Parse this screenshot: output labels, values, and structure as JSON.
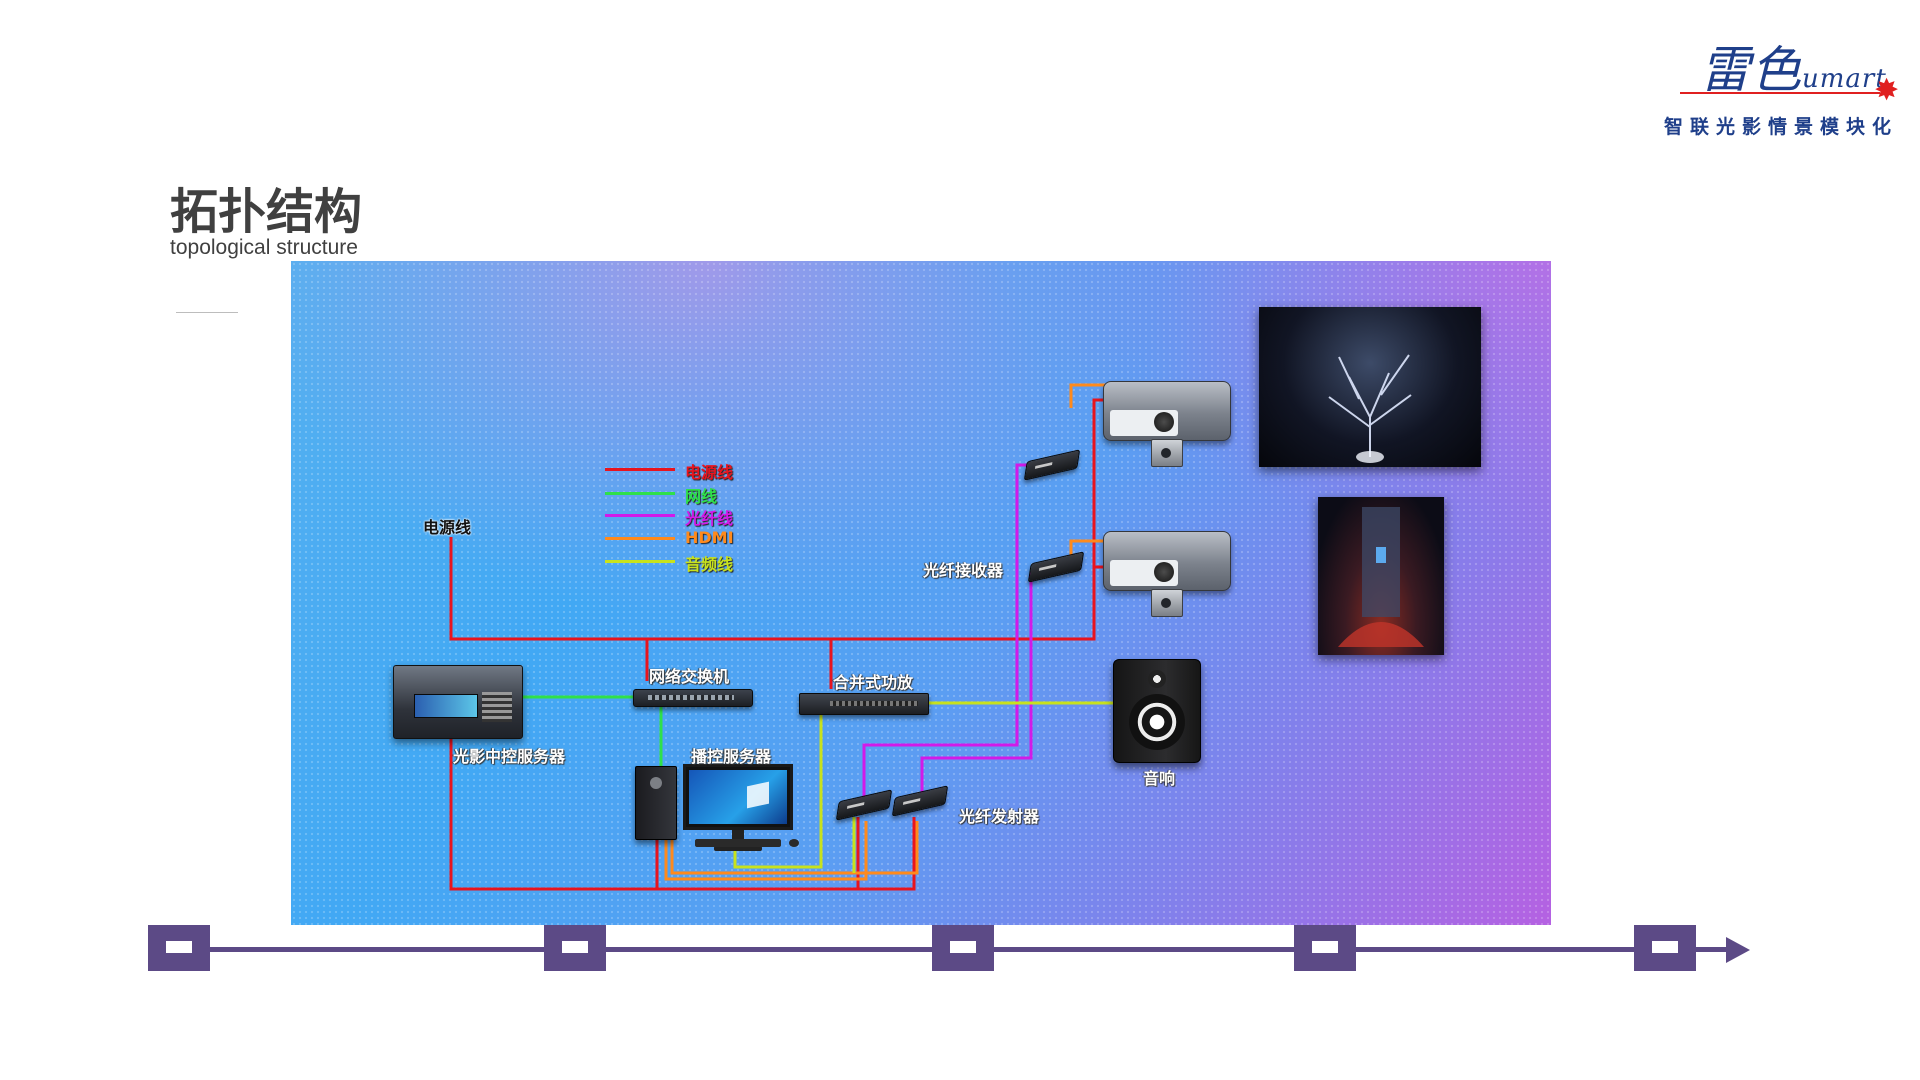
{
  "header": {
    "title": "拓扑结构",
    "subtitle": "topological structure"
  },
  "logo": {
    "script_main": "雷",
    "script_second": "色",
    "script_tail": "umart",
    "tagline": "智联光影情景模块化",
    "accent_color": "#e02020",
    "brand_color": "#1f3f8a"
  },
  "legend": {
    "items": [
      {
        "label": "电源线",
        "color": "#e8141e"
      },
      {
        "label": "网线",
        "color": "#2fe04a"
      },
      {
        "label": "光纤线",
        "color": "#d21ae8"
      },
      {
        "label": "HDMI",
        "color": "#ff8a1c"
      },
      {
        "label": "音频线",
        "color": "#c8e21c"
      }
    ]
  },
  "labels": {
    "power_source": "电源线",
    "central_server": "光影中控服务器",
    "network_switch": "网络交换机",
    "integrated_amp": "合并式功放",
    "playback_server": "播控服务器",
    "fiber_transmitter": "光纤发射器",
    "fiber_receiver": "光纤接收器",
    "speaker": "音响"
  },
  "colors": {
    "timeline": "#5c4a86",
    "title_text": "#404040"
  },
  "timeline": {
    "node_count": 5
  }
}
